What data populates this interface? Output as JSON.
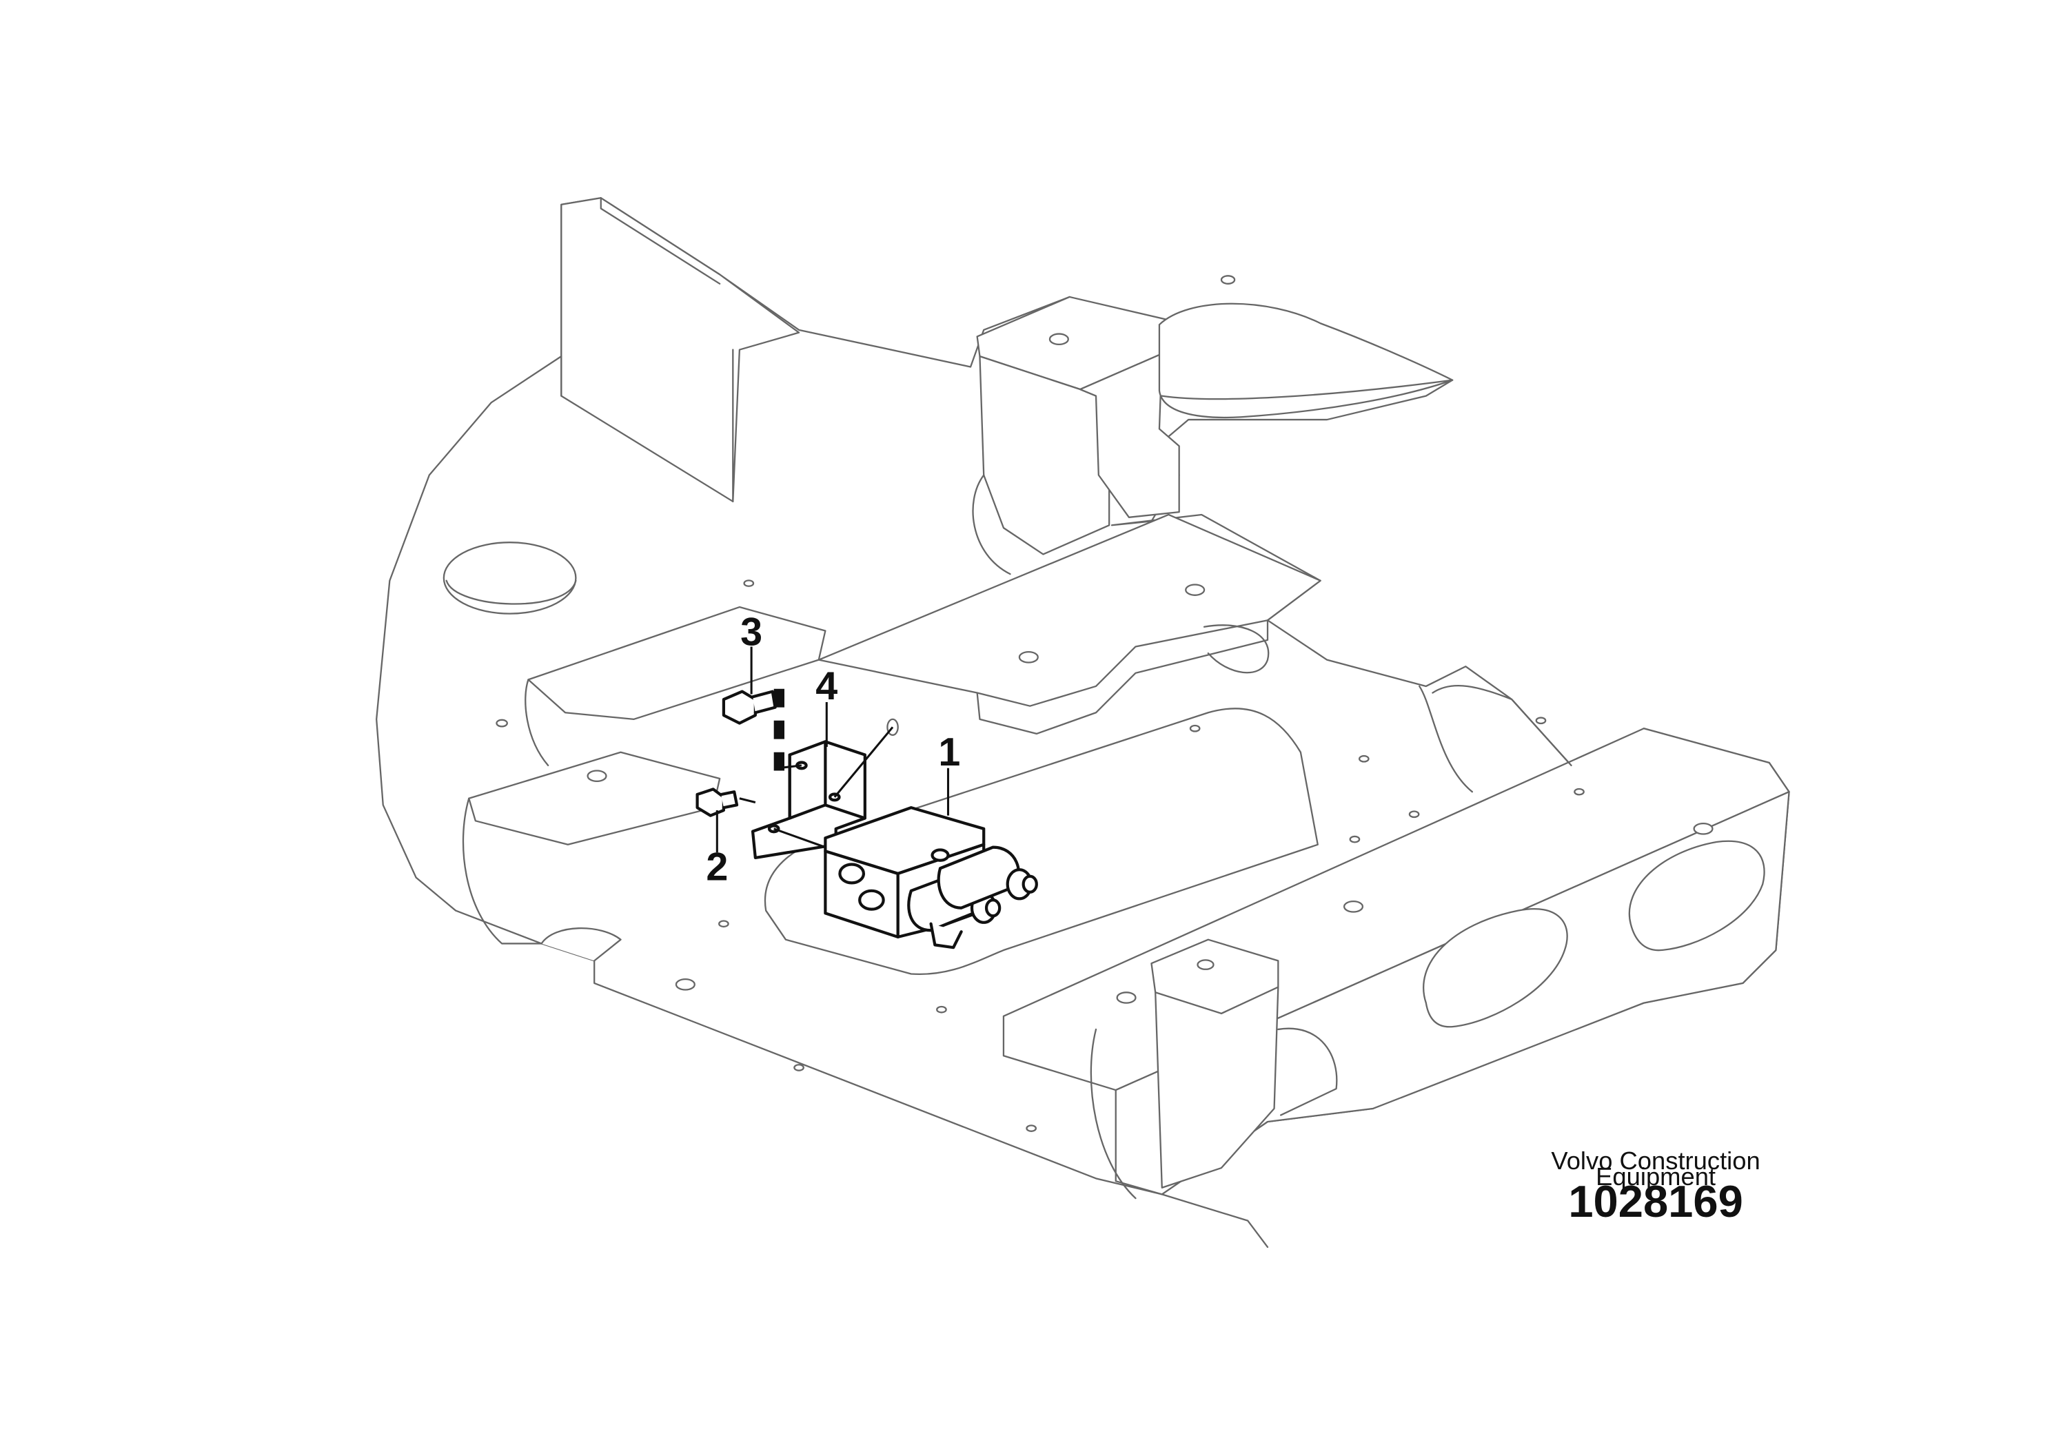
{
  "callouts": {
    "part_1": "1",
    "part_2": "2",
    "part_3": "3",
    "part_4": "4"
  },
  "caption": {
    "brand_line_1": "Volvo Construction",
    "brand_line_2": "Equipment",
    "figure_number": "1028169"
  },
  "colors": {
    "background": "#ffffff",
    "frame_line": "#666666",
    "part_line": "#111111"
  }
}
